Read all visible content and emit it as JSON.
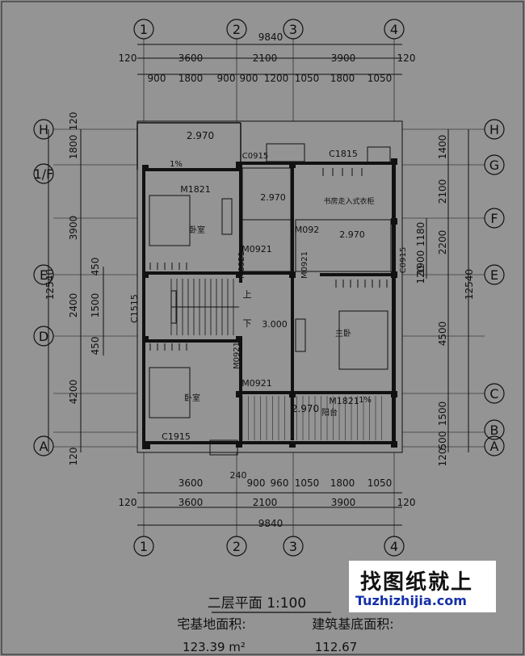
{
  "axis_top": [
    "1",
    "2",
    "3",
    "4"
  ],
  "axis_bottom": [
    "1",
    "2",
    "3",
    "4"
  ],
  "axis_left": [
    "H",
    "1/F",
    "E",
    "D",
    "A"
  ],
  "axis_right": [
    "H",
    "G",
    "F",
    "E",
    "C",
    "B",
    "A"
  ],
  "dims": {
    "top_total": "9840",
    "top_row1": [
      "120",
      "3600",
      "2100",
      "3900",
      "120"
    ],
    "top_row2": [
      "900",
      "1800",
      "900",
      "900",
      "1200",
      "1050",
      "1800",
      "1050"
    ],
    "bot_row1": [
      "240",
      "900",
      "960",
      "1050",
      "1800",
      "1050"
    ],
    "bot_row1_3600": "3600",
    "bot_row2": [
      "120",
      "3600",
      "2100",
      "3900",
      "120"
    ],
    "bot_total": "9840",
    "left_outer": [
      "120",
      "1800",
      "3900",
      "2400",
      "4200",
      "120"
    ],
    "left_inner": [
      "450",
      "1500",
      "450"
    ],
    "left_total": "12540",
    "right_outer": [
      "1400",
      "2100",
      "2200",
      "4500",
      "1500",
      "500",
      "120"
    ],
    "right_inner": [
      "1180",
      "1900",
      "120"
    ],
    "right_total": "12540"
  },
  "labels": {
    "elev_terrace": "2.970",
    "slope": "1%",
    "c0915_top": "C0915",
    "c1815": "C1815",
    "m1821_upper": "M1821",
    "bath_elev": "2.970",
    "closet": "书房走入式衣柜",
    "m092": "M092",
    "elev_570": "2.970",
    "c0915_side": "C0915",
    "bedroom1": "卧室",
    "m0921_a": "M0921",
    "m0921_b": "M0921",
    "m0921_c": "M0921",
    "c1515": "C1515",
    "stair_up": "上",
    "stair_down": "下",
    "hall_elev": "3.000",
    "m0921_d": "M0921",
    "master": "主卧",
    "m0921_e": "M0921",
    "bedroom2": "卧室",
    "m1821_lower": "M1821",
    "balcony_elev": "2.970",
    "slope2": "1%",
    "balcony": "阳台",
    "c1915": "C1915"
  },
  "footer": {
    "title": "二层平面 1:100",
    "site_area_label": "宅基地面积:",
    "site_area_value": "123.39 m²",
    "build_area_label": "建筑基底面积:",
    "build_area_value": "112.67"
  },
  "watermark": {
    "text": "找图纸就上",
    "url": "Tuzhizhijia.com"
  }
}
